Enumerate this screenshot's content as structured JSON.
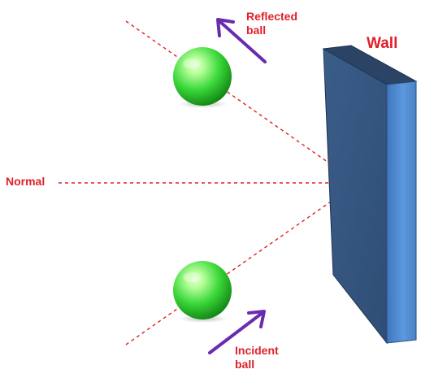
{
  "labels": {
    "normal": "Normal",
    "wall": "Wall",
    "reflected_line1": "Reflected",
    "reflected_line2": "ball",
    "incident_line1": "Incident",
    "incident_line2": "ball"
  },
  "colors": {
    "text": "#e0202a",
    "guide_line": "#e02020",
    "arrow": "#6a2bb0",
    "ball_light": "#b8ff9c",
    "ball_mid": "#3ad83a",
    "ball_dark": "#0d7a0d",
    "wall_front": "#35567f",
    "wall_top": "#2b4465",
    "wall_side": "#4c88d0"
  },
  "icons": {
    "reflected_ball": "green-sphere",
    "incident_ball": "green-sphere",
    "wall": "3d-wall-slab",
    "reflected_direction": "arrow-up-left",
    "incident_direction": "arrow-up-right"
  }
}
